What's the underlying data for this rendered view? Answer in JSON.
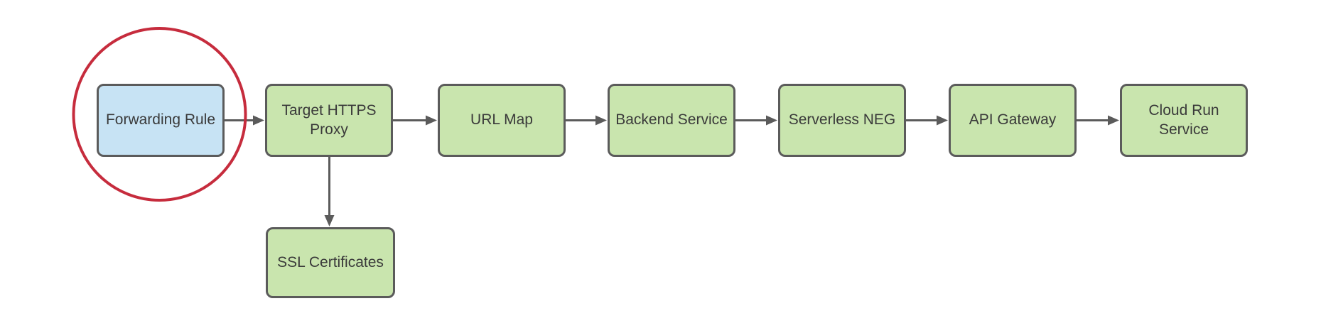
{
  "diagram": {
    "type": "flowchart",
    "background": "#ffffff",
    "colors": {
      "node_fill": "#c9e5ae",
      "node_fill_highlight": "#c7e3f4",
      "node_border": "#5b5b5b",
      "connector": "#5b5b5b",
      "text": "#3a3a3a",
      "highlight_circle": "#c62c3d",
      "background": "#ffffff"
    },
    "nodes": [
      {
        "id": "forwarding-rule",
        "label": "Forwarding Rule",
        "fill": "blue",
        "highlighted": true
      },
      {
        "id": "target-https-proxy",
        "label": "Target HTTPS\nProxy",
        "fill": "green",
        "highlighted": false
      },
      {
        "id": "url-map",
        "label": "URL Map",
        "fill": "green",
        "highlighted": false
      },
      {
        "id": "backend-service",
        "label": "Backend Service",
        "fill": "green",
        "highlighted": false
      },
      {
        "id": "serverless-neg",
        "label": "Serverless NEG",
        "fill": "green",
        "highlighted": false
      },
      {
        "id": "api-gateway",
        "label": "API Gateway",
        "fill": "green",
        "highlighted": false
      },
      {
        "id": "cloud-run-service",
        "label": "Cloud Run\nService",
        "fill": "green",
        "highlighted": false
      },
      {
        "id": "ssl-certificates",
        "label": "SSL Certificates",
        "fill": "green",
        "highlighted": false
      }
    ],
    "edges": [
      {
        "from": "forwarding-rule",
        "to": "target-https-proxy",
        "direction": "right"
      },
      {
        "from": "target-https-proxy",
        "to": "url-map",
        "direction": "right"
      },
      {
        "from": "url-map",
        "to": "backend-service",
        "direction": "right"
      },
      {
        "from": "backend-service",
        "to": "serverless-neg",
        "direction": "right"
      },
      {
        "from": "serverless-neg",
        "to": "api-gateway",
        "direction": "right"
      },
      {
        "from": "api-gateway",
        "to": "cloud-run-service",
        "direction": "right"
      },
      {
        "from": "target-https-proxy",
        "to": "ssl-certificates",
        "direction": "down"
      }
    ],
    "annotations": [
      {
        "type": "circle",
        "around": "forwarding-rule",
        "color": "#c62c3d"
      }
    ]
  }
}
